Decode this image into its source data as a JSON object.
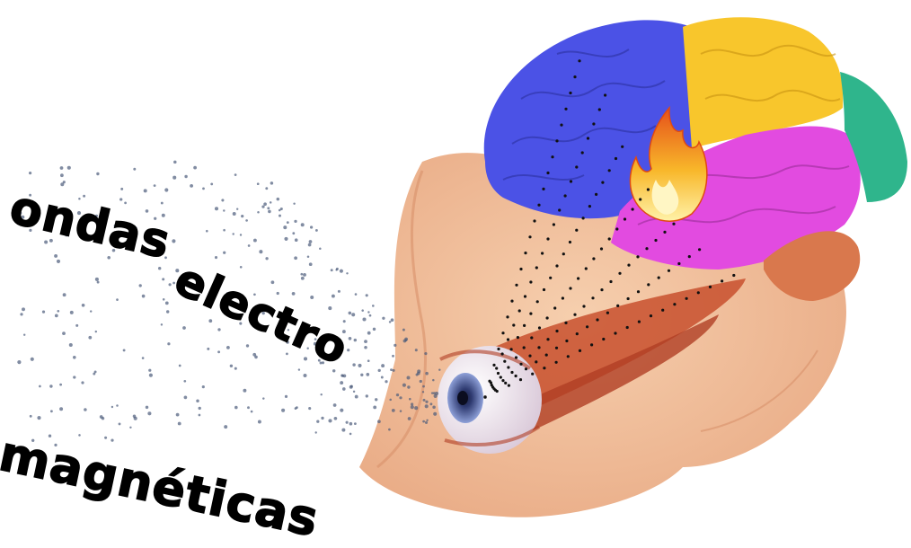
{
  "words": [
    "ondas",
    "electro",
    "magnéticas"
  ],
  "colors": {
    "background": "#ffffff",
    "skin": "#f2c4a2",
    "skin_shadow": "#e3a27c",
    "lobe_frontal": "#4b52e6",
    "lobe_parietal": "#f8c62c",
    "lobe_temporal": "#e24be0",
    "lobe_occipital": "#2fb58c",
    "cerebellum": "#d9784d",
    "eye_muscle": "#c8502e",
    "iris": "#2e3a70",
    "wave_dots": "#4b5b7a",
    "fire": "#f5a21e"
  },
  "icons": [
    "brain-illustration",
    "eye-illustration",
    "flame-icon",
    "dotted-light-rays"
  ]
}
